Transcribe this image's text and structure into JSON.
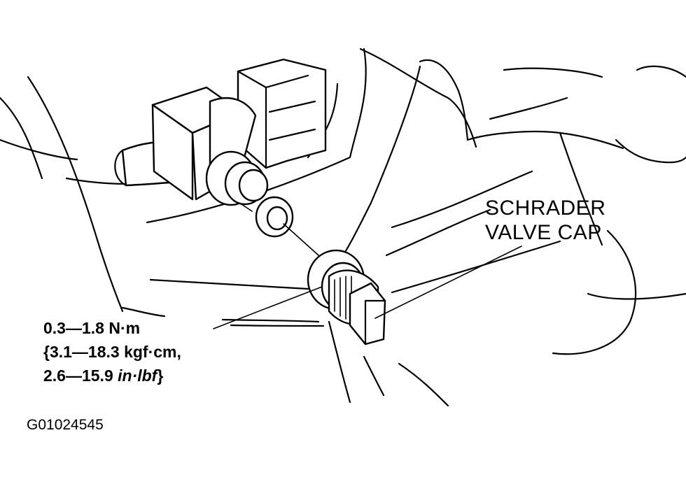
{
  "callout": {
    "line1": "SCHRADER",
    "line2": "VALVE CAP"
  },
  "torque": {
    "line1": "0.3—1.8 N·m",
    "line2": "{3.1—18.3 kgf·cm,",
    "line3_value": "2.6—15.9 ",
    "line3_unit": "in·lbf",
    "line3_close": "}"
  },
  "figure_id": "G01024545",
  "icons": {
    "main": "schrader-valve-assembly-drawing"
  }
}
